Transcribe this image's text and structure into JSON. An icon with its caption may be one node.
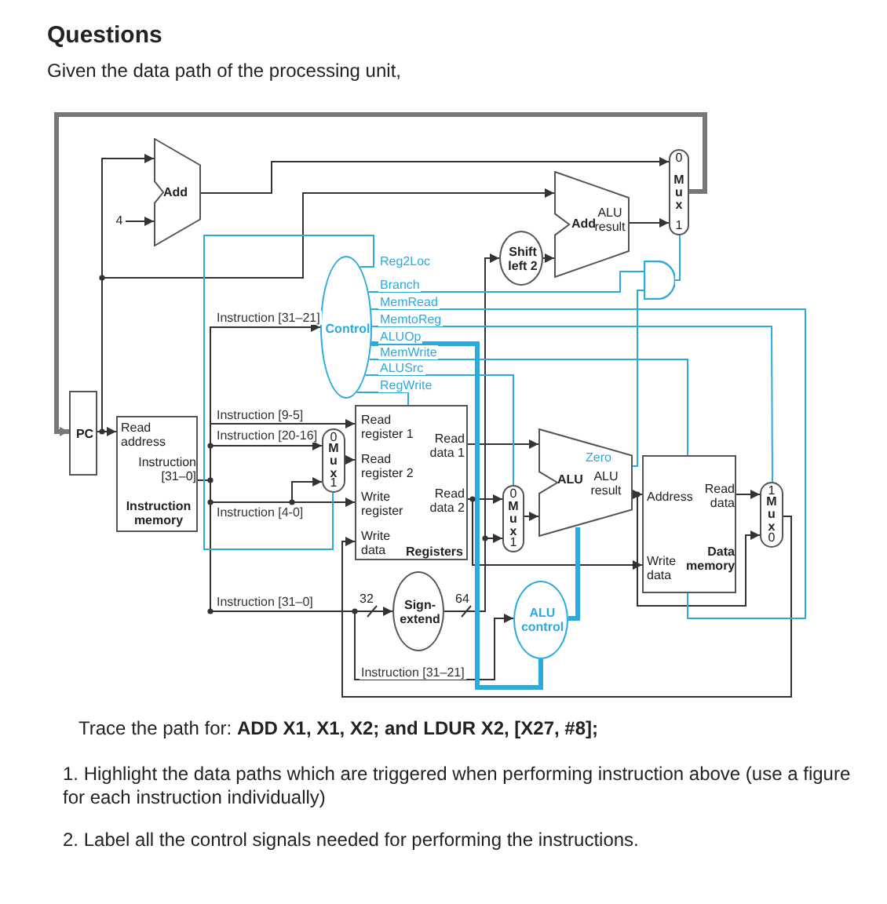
{
  "diagram": {
    "title": "Questions",
    "nodes": [
      {
        "text": [
          "PC"
        ]
      },
      {
        "text": [
          "Add"
        ]
      },
      {
        "text": [
          "4"
        ]
      },
      {
        "text": [
          "Read address",
          "Instruction [31–0]",
          "Instruction memory"
        ]
      },
      {
        "text": [
          "Control"
        ]
      },
      {
        "text": [
          "Shift left 2"
        ]
      },
      {
        "text": [
          "Add",
          "ALU result"
        ]
      },
      {
        "text": [
          "0",
          "Mux",
          "1"
        ]
      },
      {
        "text": [],
        "shape": "gate"
      },
      {
        "text": [
          "0",
          "Mux",
          "1"
        ]
      },
      {
        "text": [
          "Read register 1",
          "Read data 1",
          "Read register 2",
          "Write register",
          "Read data 2",
          "Write data",
          "Registers"
        ]
      },
      {
        "text": [
          "Sign-extend"
        ]
      },
      {
        "text": [
          "0",
          "Mux",
          "1"
        ]
      },
      {
        "text": [
          "ALU",
          "Zero",
          "ALU result"
        ]
      },
      {
        "text": [
          "ALU control"
        ]
      },
      {
        "text": [
          "Address",
          "Read data",
          "Write data",
          "Data memory"
        ]
      },
      {
        "text": [
          "1",
          "Mux",
          "0"
        ]
      }
    ],
    "edges": [
      {
        "from": 0,
        "to": 1,
        "arrow": "to"
      },
      {
        "from": 2,
        "to": 1,
        "arrow": "to"
      },
      {
        "from": 0,
        "to": 3,
        "arrow": "to"
      },
      {
        "from": 1,
        "to": 7,
        "arrow": "to"
      },
      {
        "from": 0,
        "to": 6,
        "arrow": "to"
      },
      {
        "from": 5,
        "to": 6,
        "arrow": "to"
      },
      {
        "from": 6,
        "to": 7,
        "arrow": "to"
      },
      {
        "from": 7,
        "to": 0,
        "arrow": "to",
        "style": "thick",
        "color": "#777777"
      },
      {
        "from": 3,
        "to": 4,
        "arrow": "to",
        "label": "Instruction [31–21]"
      },
      {
        "from": 3,
        "to": 10,
        "arrow": "to",
        "label": "Instruction [9-5]"
      },
      {
        "from": 3,
        "to": 9,
        "arrow": "to",
        "label": "Instruction [20-16]"
      },
      {
        "from": 3,
        "to": 10,
        "arrow": "to",
        "label": "Instruction [4-0]"
      },
      {
        "from": 3,
        "to": 9,
        "arrow": "to"
      },
      {
        "from": 9,
        "to": 10,
        "arrow": "to"
      },
      {
        "from": 3,
        "to": 11,
        "arrow": "to",
        "label": "Instruction [31–0]"
      },
      {
        "from": 11,
        "to": 5,
        "arrow": "to"
      },
      {
        "from": 11,
        "to": 12,
        "arrow": "to"
      },
      {
        "from": 3,
        "to": 14,
        "arrow": "to",
        "label": "Instruction [31–21]"
      },
      {
        "from": 10,
        "to": 13,
        "arrow": "to"
      },
      {
        "from": 10,
        "to": 12,
        "arrow": "to"
      },
      {
        "from": 10,
        "to": 15,
        "arrow": "to"
      },
      {
        "from": 12,
        "to": 13,
        "arrow": "to"
      },
      {
        "from": 13,
        "to": 15,
        "arrow": "to"
      },
      {
        "from": 13,
        "to": 16,
        "arrow": "to"
      },
      {
        "from": 15,
        "to": 16,
        "arrow": "to"
      },
      {
        "from": 16,
        "to": 10,
        "arrow": "to"
      },
      {
        "from": 13,
        "to": 8,
        "arrow": "none",
        "color": "#29abe2"
      },
      {
        "from": 8,
        "to": 7,
        "arrow": "none",
        "color": "#29abe2"
      },
      {
        "from": 14,
        "to": 13,
        "arrow": "none",
        "style": "thick",
        "color": "#29abe2"
      },
      {
        "from": 4,
        "to": 9,
        "arrow": "none",
        "label": "Reg2Loc",
        "color": "#29abe2"
      },
      {
        "from": 4,
        "to": 8,
        "arrow": "none",
        "label": "Branch",
        "color": "#29abe2"
      },
      {
        "from": 4,
        "to": 15,
        "arrow": "none",
        "label": "MemRead",
        "color": "#29abe2"
      },
      {
        "from": 4,
        "to": 16,
        "arrow": "none",
        "label": "MemtoReg",
        "color": "#29abe2"
      },
      {
        "from": 4,
        "to": 14,
        "arrow": "none",
        "label": "ALUOp",
        "style": "thick",
        "color": "#29abe2"
      },
      {
        "from": 4,
        "to": 15,
        "arrow": "none",
        "label": "MemWrite",
        "color": "#29abe2"
      },
      {
        "from": 4,
        "to": 12,
        "arrow": "none",
        "label": "ALUSrc",
        "color": "#29abe2"
      },
      {
        "from": 4,
        "to": 10,
        "arrow": "none",
        "label": "RegWrite",
        "color": "#29abe2"
      }
    ],
    "labels": [
      "Given the data path of the processing unit,",
      "32",
      "64",
      "Trace the path for: **ADD X1, X1, X2; and LDUR X2, [X27, #8];**",
      "1. Highlight the data paths which are triggered when performing instruction above (use a figure for each instruction individually)",
      "2. Label all the control signals needed for performing the instructions."
    ]
  }
}
